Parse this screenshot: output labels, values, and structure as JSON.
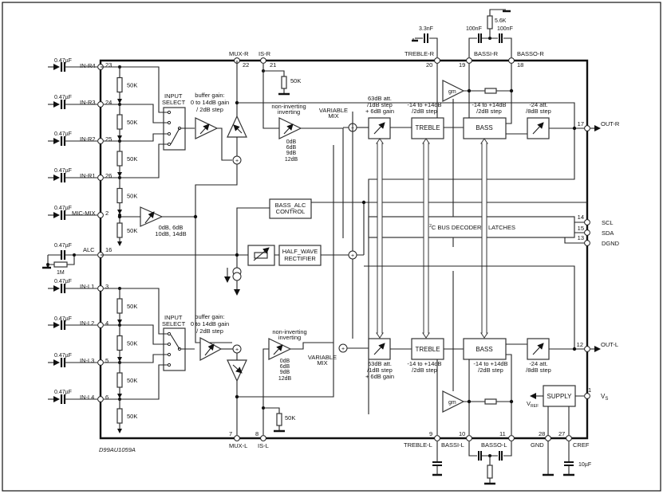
{
  "diagram": {
    "drawing_id": "D99AU1059A",
    "inputs_right": [
      {
        "cap": "0.47µF",
        "name": "IN-R4",
        "pin": "23"
      },
      {
        "cap": "0.47µF",
        "name": "IN-R3",
        "pin": "24"
      },
      {
        "cap": "0.47µF",
        "name": "IN-R2",
        "pin": "25"
      },
      {
        "cap": "0.47µF",
        "name": "IN-R1",
        "pin": "26"
      }
    ],
    "mic": {
      "cap": "0.47µF",
      "name": "MIC-MIX",
      "pin": "2",
      "gain": [
        "0dB, 6dB",
        "10dB, 14dB"
      ]
    },
    "alc": {
      "cap": "0.47µF",
      "name": "ALC",
      "pin": "16",
      "res": "1M"
    },
    "inputs_left": [
      {
        "cap": "0.47µF",
        "name": "IN-L1",
        "pin": "3"
      },
      {
        "cap": "0.47µF",
        "name": "IN-L2",
        "pin": "4"
      },
      {
        "cap": "0.47µF",
        "name": "IN-L3",
        "pin": "5"
      },
      {
        "cap": "0.47µF",
        "name": "IN-L4",
        "pin": "6"
      }
    ],
    "resistor_50k": "50K",
    "input_select": [
      "INPUT",
      "SELECT"
    ],
    "buffer_gain": [
      "buffer gain:",
      "0 to 14dB gain",
      "/ 2dB step"
    ],
    "non_inv": [
      "non-inverting",
      "inverting"
    ],
    "mix_gain": [
      "0dB",
      "6dB",
      "9dB",
      "12dB"
    ],
    "variable_mix": [
      "VARIABLE",
      "MIX"
    ],
    "top_pins": {
      "mux_r": {
        "name": "MUX-R",
        "pin": "22"
      },
      "is_r": {
        "name": "IS-R",
        "pin": "21"
      },
      "treble_r": {
        "name": "TREBLE-R",
        "pin": "20"
      },
      "bassi_r": {
        "name": "BASSI-R",
        "pin": "19"
      },
      "basso_r": {
        "name": "BASSO-R",
        "pin": "18"
      }
    },
    "bottom_pins": {
      "mux_l": {
        "name": "MUX-L",
        "pin": "7"
      },
      "is_l": {
        "name": "IS-L",
        "pin": "8"
      },
      "treble_l": {
        "name": "TREBLE-L",
        "pin": "9"
      },
      "bassi_l": {
        "name": "BASSI-L",
        "pin": "10"
      },
      "basso_l": {
        "name": "BASSO-L",
        "pin": "11"
      },
      "gnd": {
        "name": "GND",
        "pin": "28"
      },
      "cref": {
        "name": "CREF",
        "pin": "27"
      }
    },
    "right_pins": {
      "out_r": {
        "name": "OUT-R",
        "pin": "17"
      },
      "scl": {
        "name": "SCL",
        "pin": "14"
      },
      "sda": {
        "name": "SDA",
        "pin": "15"
      },
      "dgnd": {
        "name": "DGND",
        "pin": "13"
      },
      "out_l": {
        "name": "OUT-L",
        "pin": "12"
      },
      "vs": {
        "name": "V",
        "sub": "S",
        "pin": "1"
      }
    },
    "components": {
      "treble_cap": "3.3nF",
      "bass_cap1": "100nF",
      "bass_cap2": "100nF",
      "bass_res": "5.6K",
      "cref_cap": "10µF"
    },
    "volume": [
      "63dB att.",
      "/1dB step",
      "+ 6dB gain"
    ],
    "treble_range": [
      "-14 to +14dB",
      "/2dB step"
    ],
    "bass_range": [
      "-14 to +14dB",
      "/2dB step"
    ],
    "speaker_att": [
      "-24 att.",
      "/8dB step"
    ],
    "blocks": {
      "treble": "TREBLE",
      "bass": "BASS",
      "gm": "gm",
      "bass_alc": [
        "BASS_ALC",
        "CONTROL"
      ],
      "half_wave": [
        "HALF_WAVE",
        "RECTIFIER"
      ],
      "i2c": "C BUS DECODER + LATCHES",
      "i2c_prefix": "I",
      "i2c_sup": "2",
      "supply": "SUPPLY",
      "vref": "V",
      "vref_sub": "REF"
    }
  }
}
